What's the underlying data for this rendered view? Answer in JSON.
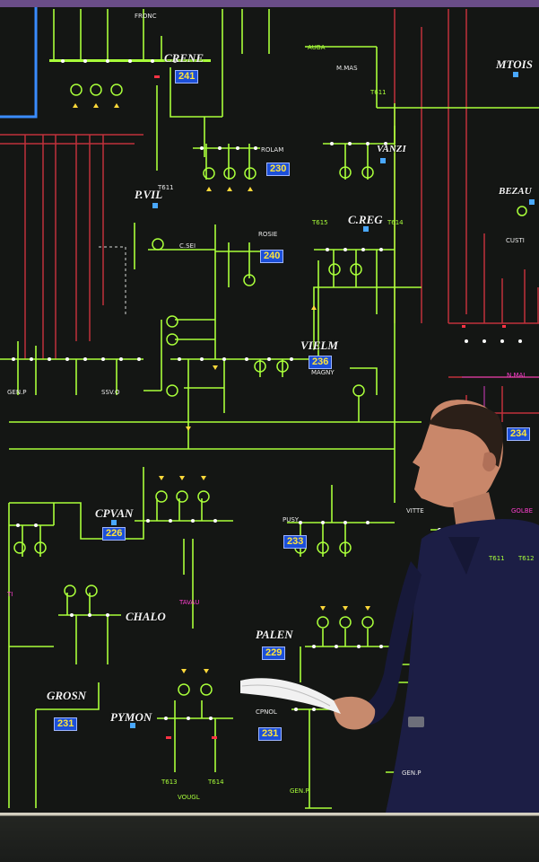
{
  "scene": {
    "description_free": true
  },
  "stations": [
    {
      "id": "crene",
      "name": "CRENE",
      "number": "241"
    },
    {
      "id": "mtois",
      "name": "MTOIS"
    },
    {
      "id": "bezau",
      "name": "BEZAU"
    },
    {
      "id": "vanzi",
      "name": "VANZI"
    },
    {
      "id": "pvil",
      "name": "P.VIL"
    },
    {
      "id": "creg",
      "name": "C.REG"
    },
    {
      "id": "vielm",
      "name": "VIELM",
      "number": "236"
    },
    {
      "id": "cpvan",
      "name": "CPVAN",
      "number": "226"
    },
    {
      "id": "chalo",
      "name": "CHALO"
    },
    {
      "id": "palen",
      "name": "PALEN",
      "number": "229"
    },
    {
      "id": "grosn",
      "name": "GROSN",
      "number": "231"
    },
    {
      "id": "pymon",
      "name": "PYMON"
    }
  ],
  "numbers": {
    "rolam": "230",
    "rosie": "240",
    "pusy": "233",
    "cpnol": "231",
    "nmai": "234"
  },
  "tags": {
    "fronc": "FRONC",
    "auba": "AUBA",
    "mmas": "M.MAS",
    "t611_top": "T611",
    "rolam": "ROLAM",
    "t611_mid": "T611",
    "rosie": "ROSIE",
    "csei": "C.SEI",
    "t615": "T615",
    "t614_creg": "T614",
    "custi": "CUSTI",
    "magny": "MAGNY",
    "genp_left": "GEN.P",
    "ssvo": "SSV.O",
    "nmai": "N.MAI",
    "pusy": "PUSY",
    "vitte": "VITTE",
    "golbe": "GOLBE",
    "t611_r": "T611",
    "t612_r": "T612",
    "tavau": "TAVAU",
    "cpnol": "CPNOL",
    "vougl": "VOUGL",
    "t613": "T613",
    "t614_bot": "T614",
    "genp_bot": "GEN.P",
    "genp_right": "GEN.P",
    "ti": "TI"
  },
  "palette": {
    "panel": "#141614",
    "line_green": "#a9ff3a",
    "line_red": "#c0313b",
    "line_blue": "#3a8cff",
    "line_magenta": "#d43cc0",
    "node": "#ffffff",
    "label_box": "#1c4fd9",
    "label_text": "#ffe43a"
  }
}
